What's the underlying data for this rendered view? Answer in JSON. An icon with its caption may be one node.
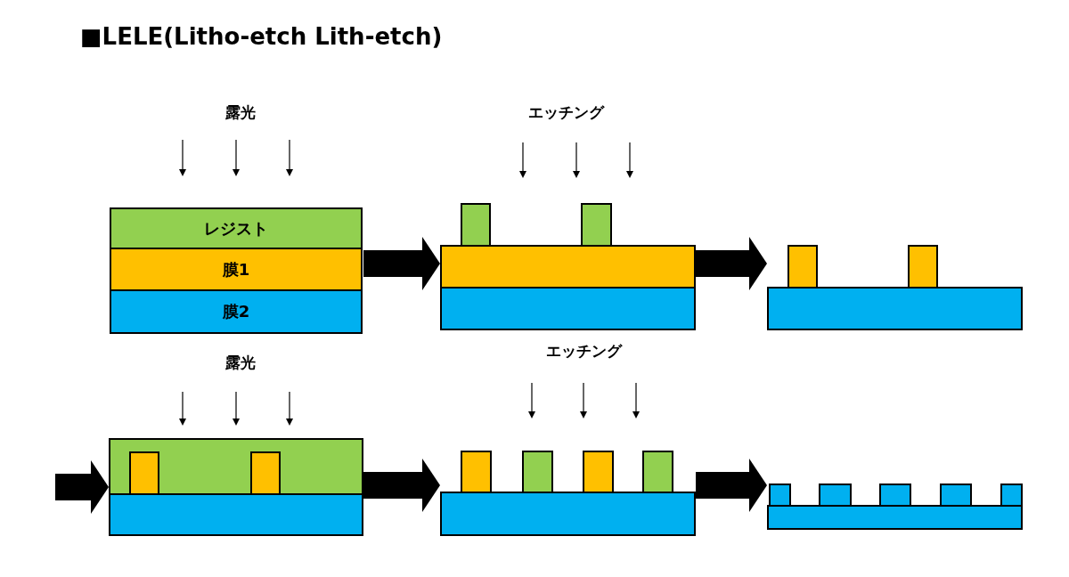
{
  "diagram": {
    "title": "■LELE(Litho-etch Lith-etch)",
    "nodes": [
      {
        "text": [],
        "shape": "box"
      },
      {
        "text": [
          "レジスト"
        ],
        "in": 0
      },
      {
        "text": [
          "膜1"
        ],
        "in": 0
      },
      {
        "text": [
          "膜2"
        ],
        "in": 0
      },
      {
        "text": [],
        "shape": "box"
      },
      {
        "text": [],
        "shape": "box"
      },
      {
        "text": [],
        "shape": "box"
      },
      {
        "text": [],
        "shape": "box"
      },
      {
        "text": [],
        "shape": "box"
      }
    ],
    "edges": [
      {
        "from": 0,
        "to": 4,
        "arrow": "to"
      },
      {
        "from": 4,
        "to": 5,
        "arrow": "to"
      },
      {
        "from": null,
        "to": 6,
        "arrow": "to"
      },
      {
        "from": 6,
        "to": 7,
        "arrow": "to"
      },
      {
        "from": 7,
        "to": 8,
        "arrow": "to"
      }
    ],
    "labels": [
      "露光",
      "エッチング",
      "露光",
      "エッチング"
    ]
  }
}
